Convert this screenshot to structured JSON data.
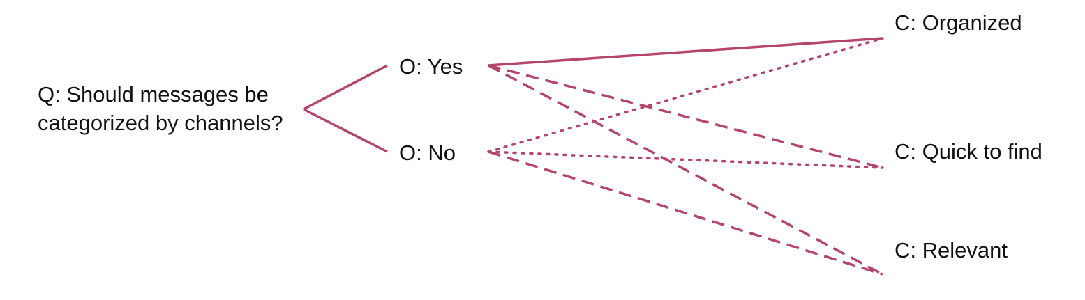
{
  "question": {
    "text": "Q: Should messages be categorized by channels?"
  },
  "options": [
    {
      "id": "yes",
      "label": "O: Yes"
    },
    {
      "id": "no",
      "label": "O: No"
    }
  ],
  "criteria": [
    {
      "id": "organized",
      "label": "C: Organized"
    },
    {
      "id": "quick",
      "label": "C: Quick to find"
    },
    {
      "id": "relevant",
      "label": "C: Relevant"
    }
  ],
  "colors": {
    "line": "#b5456b",
    "text": "#111111",
    "background": "#ffffff"
  },
  "links": [
    {
      "from": "yes",
      "to": "organized",
      "style": "solid"
    },
    {
      "from": "yes",
      "to": "quick",
      "style": "dashed"
    },
    {
      "from": "yes",
      "to": "relevant",
      "style": "dashed"
    },
    {
      "from": "no",
      "to": "organized",
      "style": "dotted"
    },
    {
      "from": "no",
      "to": "quick",
      "style": "dotted"
    },
    {
      "from": "no",
      "to": "relevant",
      "style": "dashed"
    }
  ]
}
